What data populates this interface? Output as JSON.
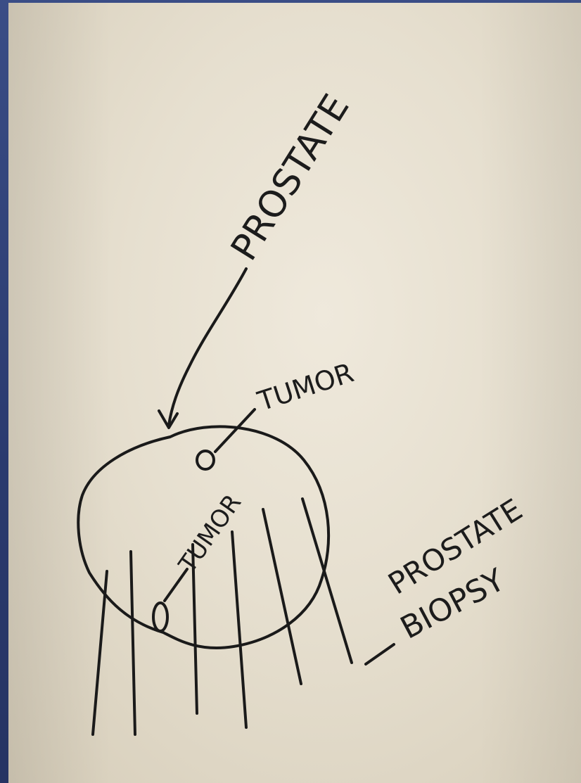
{
  "labels": {
    "prostate_top": "PROSTATE",
    "tumor_upper": "TUMOR",
    "tumor_lower": "TUMOR",
    "prostate_biopsy_line1": "PROSTATE",
    "prostate_biopsy_line2": "BIOPSY"
  },
  "colors": {
    "paper": "#ebe4d5",
    "ink": "#1a1a1a",
    "frame": "#2f4079"
  }
}
